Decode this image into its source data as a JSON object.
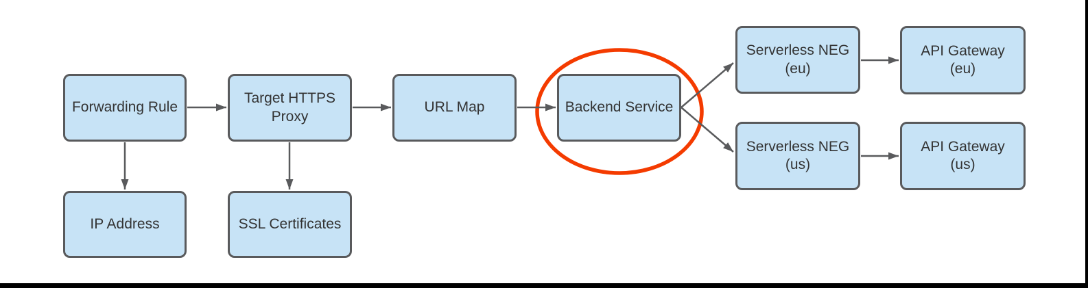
{
  "diagram": {
    "type": "flowchart",
    "highlight": {
      "shape": "ellipse",
      "around": "Backend Service",
      "color": "#f43b00"
    },
    "colors": {
      "node_fill": "#c7e3f6",
      "node_border": "#595a5c",
      "arrow": "#595a5c",
      "text": "#333333",
      "highlight": "#f43b00",
      "page_edge": "#000000"
    },
    "nodes": {
      "forwarding_rule": {
        "label": "Forwarding Rule"
      },
      "target_https_proxy": {
        "label": "Target HTTPS\nProxy"
      },
      "url_map": {
        "label": "URL Map"
      },
      "backend_service": {
        "label": "Backend Service"
      },
      "serverless_neg_eu": {
        "label": "Serverless NEG\n(eu)"
      },
      "api_gateway_eu": {
        "label": "API Gateway\n(eu)"
      },
      "serverless_neg_us": {
        "label": "Serverless NEG\n(us)"
      },
      "api_gateway_us": {
        "label": "API Gateway\n(us)"
      },
      "ip_address": {
        "label": "IP Address"
      },
      "ssl_certificates": {
        "label": "SSL Certificates"
      }
    },
    "edges": [
      {
        "from": "Forwarding Rule",
        "to": "Target HTTPS Proxy"
      },
      {
        "from": "Forwarding Rule",
        "to": "IP Address"
      },
      {
        "from": "Target HTTPS Proxy",
        "to": "URL Map"
      },
      {
        "from": "Target HTTPS Proxy",
        "to": "SSL Certificates"
      },
      {
        "from": "URL Map",
        "to": "Backend Service"
      },
      {
        "from": "Backend Service",
        "to": "Serverless NEG (eu)"
      },
      {
        "from": "Backend Service",
        "to": "Serverless NEG (us)"
      },
      {
        "from": "Serverless NEG (eu)",
        "to": "API Gateway (eu)"
      },
      {
        "from": "Serverless NEG (us)",
        "to": "API Gateway (us)"
      }
    ]
  }
}
